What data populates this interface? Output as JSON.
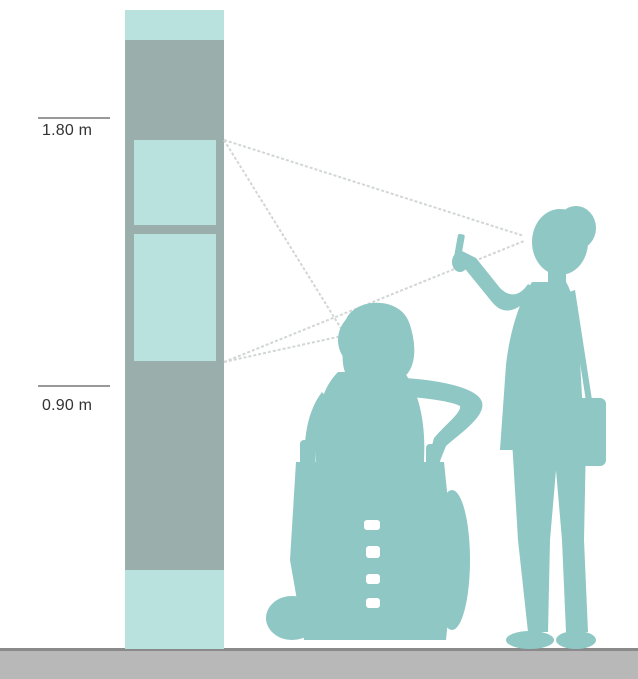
{
  "labels": {
    "height_high": "1.80 m",
    "height_low": "0.90 m"
  },
  "colors": {
    "figure_teal": "#8ec7c3",
    "panel_light": "#b9e2de",
    "column_dark": "#9aaeac",
    "ground": "#b8b8b8",
    "ground_top": "#8a8a8a",
    "marker_line": "#333333",
    "sightline": "#d2d6d6"
  },
  "icons": {
    "standing_person": "standing-person-with-phone-silhouette",
    "wheelchair_user": "wheelchair-user-silhouette"
  }
}
